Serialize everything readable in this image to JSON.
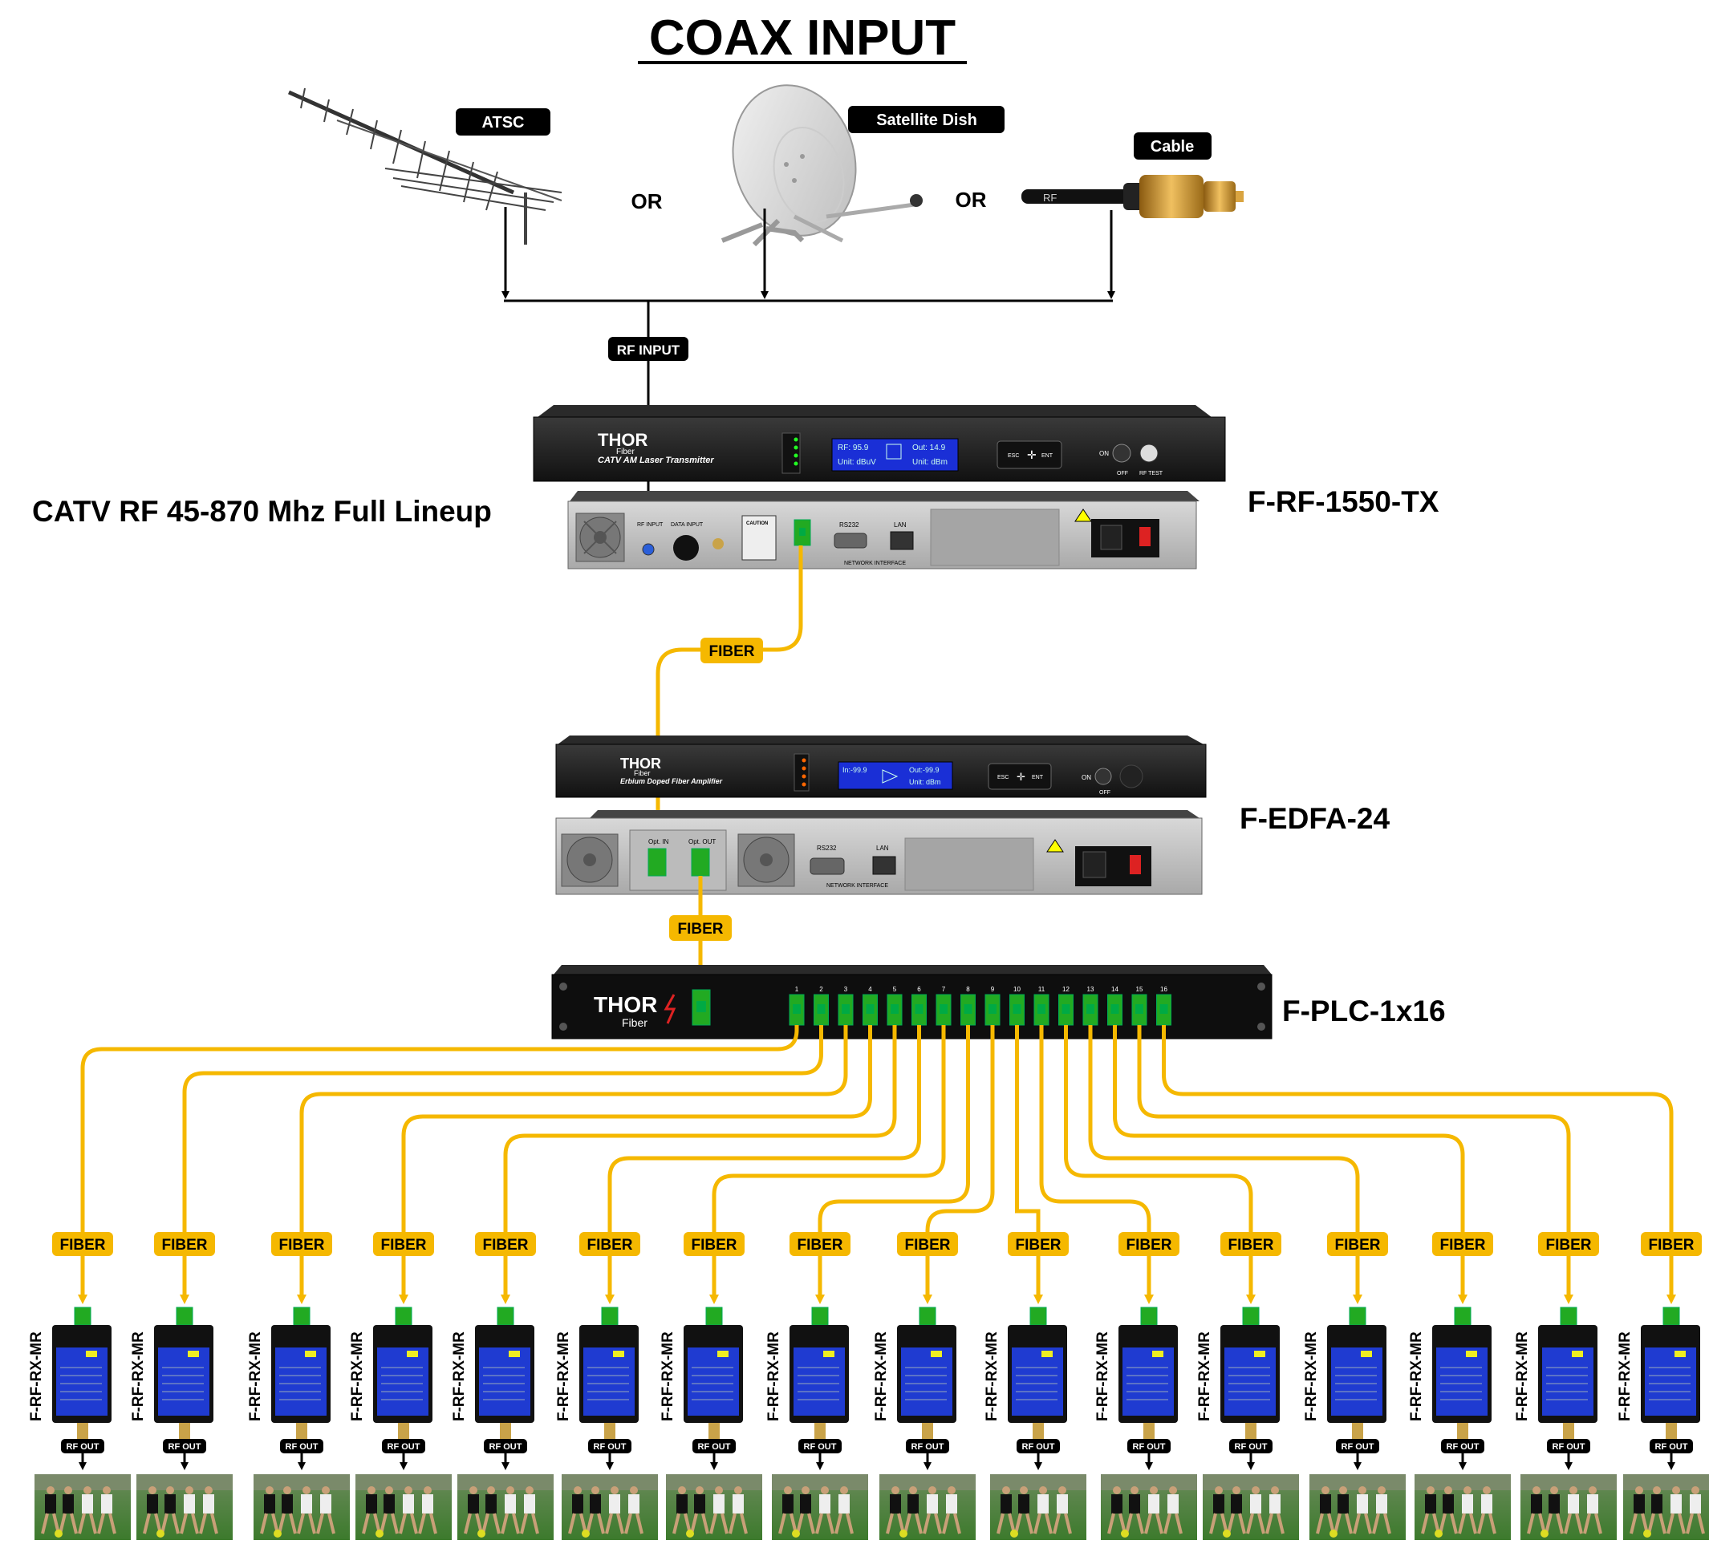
{
  "title": "COAX INPUT",
  "sources": [
    {
      "label": "ATSC"
    },
    {
      "label": "Satellite Dish"
    },
    {
      "label": "Cable"
    }
  ],
  "or_label": "OR",
  "cable_mark": "RF",
  "rf_input_label": "RF INPUT",
  "lineup_label": "CATV RF 45-870 Mhz Full Lineup",
  "transmitter": {
    "model": "F-RF-1550-TX",
    "brand": "THOR",
    "brand_sub": "Fiber",
    "subtitle": "CATV AM Laser Transmitter",
    "lcd_line1_left": "RF: 95.9",
    "lcd_line1_right": "Out: 14.9",
    "lcd_line2_left": "Unit: dBuV",
    "lcd_line2_right": "Unit: dBm",
    "btn_esc": "ESC",
    "btn_ent": "ENT",
    "on": "ON",
    "off": "OFF",
    "rf_test": "RF TEST",
    "rear_rf_input": "RF INPUT",
    "rear_data_input": "DATA INPUT",
    "rear_caution": "CAUTION",
    "rear_rs232": "RS232",
    "rear_lan": "LAN",
    "rear_network": "NETWORK INTERFACE"
  },
  "amplifier": {
    "model": "F-EDFA-24",
    "brand": "THOR",
    "brand_sub": "Fiber",
    "subtitle": "Erbium Doped Fiber Amplifier",
    "lcd_left": "In:-99.9",
    "lcd_right": "Out:-99.9",
    "lcd_unit": "Unit: dBm",
    "btn_esc": "ESC",
    "btn_ent": "ENT",
    "on": "ON",
    "off": "OFF",
    "rear_opt_in": "Opt. IN",
    "rear_opt_out": "Opt. OUT",
    "rear_rs232": "RS232",
    "rear_lan": "LAN",
    "rear_network": "NETWORK INTERFACE"
  },
  "splitter": {
    "model": "F-PLC-1x16",
    "brand": "THOR",
    "brand_sub": "Fiber",
    "ports": [
      "1",
      "2",
      "3",
      "4",
      "5",
      "6",
      "7",
      "8",
      "9",
      "10",
      "11",
      "12",
      "13",
      "14",
      "15",
      "16"
    ]
  },
  "fiber_label": "FIBER",
  "receiver_model": "F-RF-RX-MR",
  "rf_out_label": "RF OUT",
  "receiver_count": 16,
  "colors": {
    "fiber": "#f5b800",
    "connector": "#22aa22",
    "device": "#1a1a1a",
    "lcd": "#1a2fd6",
    "receiver_panel": "#1f3bd1"
  }
}
